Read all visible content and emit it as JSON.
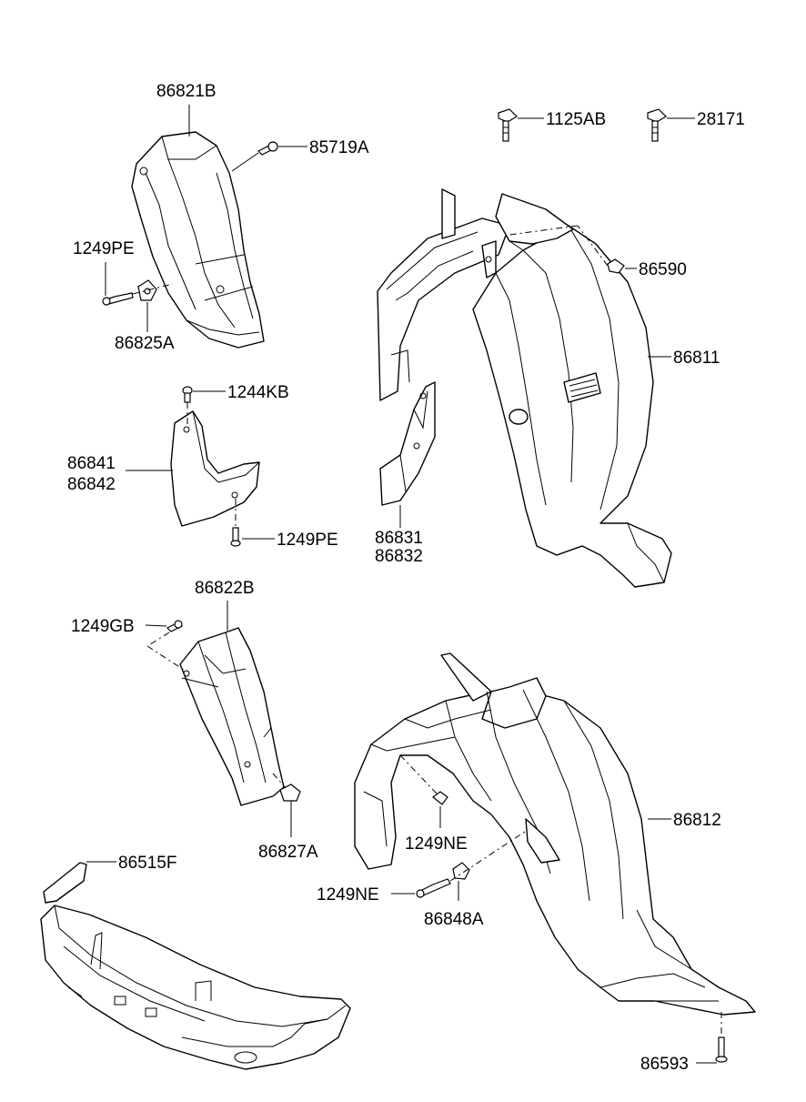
{
  "labels": {
    "p86821B": "86821B",
    "p85719A": "85719A",
    "p1249PE_top": "1249PE",
    "p86825A": "86825A",
    "p1125AB": "1125AB",
    "p28171": "28171",
    "p86590": "86590",
    "p86811": "86811",
    "p1244KB": "1244KB",
    "p86841": "86841",
    "p86842": "86842",
    "p1249PE_mid": "1249PE",
    "p86831": "86831",
    "p86832": "86832",
    "p86822B": "86822B",
    "p1249GB": "1249GB",
    "p86827A": "86827A",
    "p86515F": "86515F",
    "p86812": "86812",
    "p1249NE_a": "1249NE",
    "p1249NE_b": "1249NE",
    "p86848A": "86848A",
    "p86593": "86593"
  }
}
